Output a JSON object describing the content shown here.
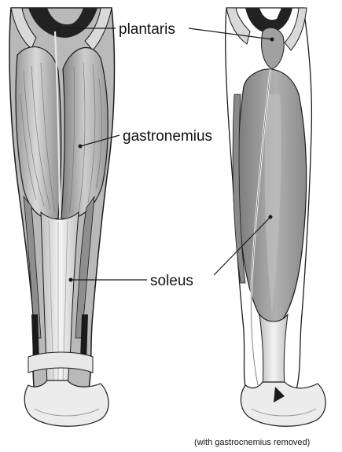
{
  "labels": {
    "plantaris": "plantaris",
    "gastronemius": "gastronemius",
    "soleus": "soleus"
  },
  "caption": "(with gastrocnemius removed)",
  "figures": [
    {
      "view": "posterior calf, superficial muscles"
    },
    {
      "view": "posterior calf, deep layer"
    }
  ],
  "colors": {
    "muscle_light": "#d2d2d2",
    "muscle_mid": "#a8a8a8",
    "muscle_dark": "#7a7a7a",
    "tendon": "#ececec",
    "outline": "#1c1c1c",
    "shadow": "#111111"
  }
}
